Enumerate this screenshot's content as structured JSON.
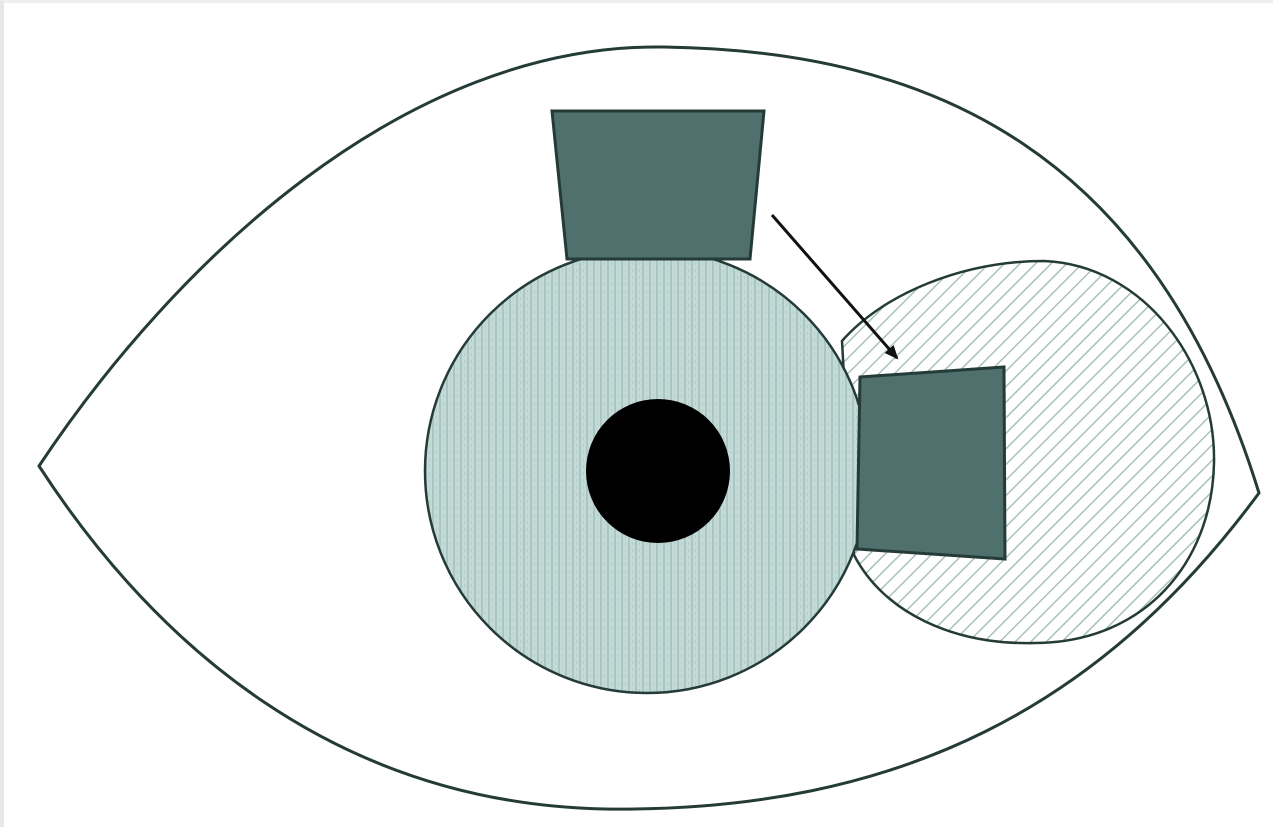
{
  "diagram": {
    "colors": {
      "outline": "#243b37",
      "iris_fill": "#c3dad7",
      "iris_stripe": "#a4c2be",
      "donor_hatch": "#a9c1bd",
      "graft_fill": "#4f706d",
      "graft_stroke": "#243b37",
      "pupil": "#000000",
      "arrow": "#111111",
      "background": "#ffffff"
    },
    "parts": [
      "eye-outline",
      "cornea-iris",
      "pupil",
      "donor-graft-origin",
      "recipient-bed",
      "transposed-graft",
      "transposition-arrow"
    ]
  }
}
